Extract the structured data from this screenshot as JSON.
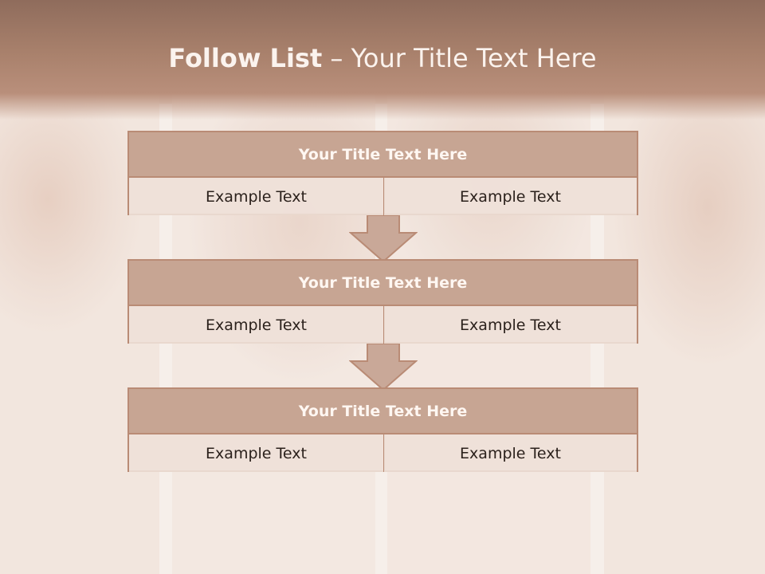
{
  "title": {
    "bold": "Follow List",
    "rest": " – Your Title Text Here"
  },
  "steps": [
    {
      "header": "Your Title Text Here",
      "left": "Example Text",
      "right": "Example Text"
    },
    {
      "header": "Your Title Text Here",
      "left": "Example Text",
      "right": "Example Text"
    },
    {
      "header": "Your Title Text Here",
      "left": "Example Text",
      "right": "Example Text"
    }
  ],
  "colors": {
    "header_band": "#a9816c",
    "box_header": "#c7a593",
    "box_border": "#b98b75",
    "arrow_fill": "#c9a898"
  }
}
